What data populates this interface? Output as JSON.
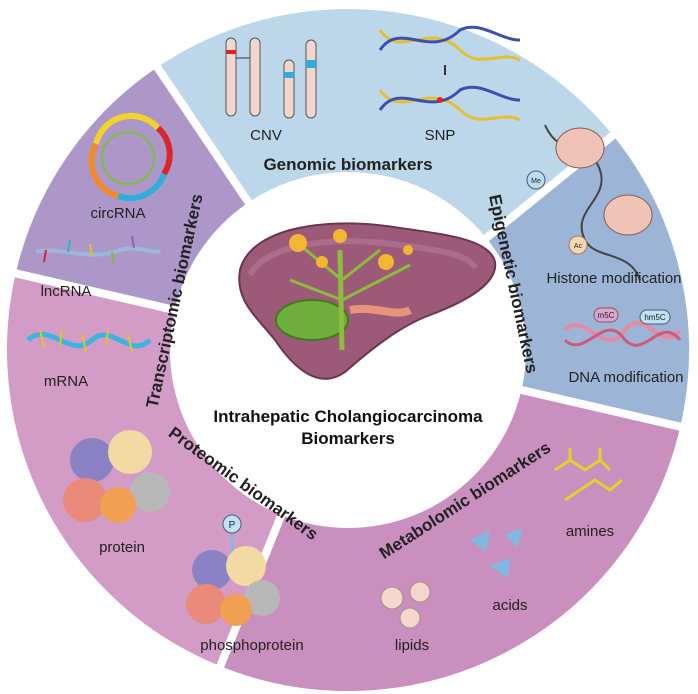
{
  "center": {
    "line1": "Intrahepatic Cholangiocarcinoma",
    "line2": "Biomarkers"
  },
  "colors": {
    "genomic": "#bcd7ea",
    "epigenetic": "#9cb4d6",
    "metabolomic": "#c98fbf",
    "proteomic": "#d39cc6",
    "transcriptomic": "#ad97c8"
  },
  "genomic": {
    "title": "Genomic biomarkers",
    "items": [
      "CNV",
      "SNP"
    ]
  },
  "epigenetic": {
    "title": "Epigenetic biomarkers",
    "items": [
      "Histone modification",
      "DNA modification"
    ],
    "tags": [
      "Me",
      "Ac",
      "m5C",
      "hm5C"
    ]
  },
  "metabolomic": {
    "title": "Metabolomic biomarkers",
    "items": [
      "amines",
      "acids",
      "lipids"
    ]
  },
  "proteomic": {
    "title": "Proteomic biomarkers",
    "items": [
      "protein",
      "phosphoprotein"
    ],
    "tag": "P"
  },
  "transcriptomic": {
    "title": "Transcriptomic biomarkers",
    "items": [
      "circRNA",
      "lncRNA",
      "mRNA"
    ]
  }
}
